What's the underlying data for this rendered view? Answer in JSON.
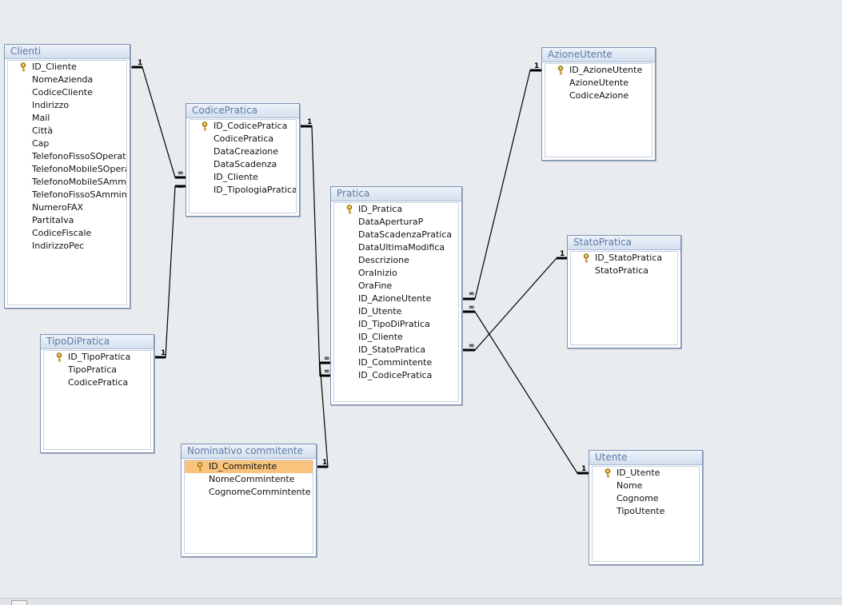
{
  "tables": {
    "clienti": {
      "title": "Clienti",
      "fields": [
        "ID_Cliente",
        "NomeAzienda",
        "CodiceCliente",
        "Indirizzo",
        "Mail",
        "Città",
        "Cap",
        "TelefonoFissoSOperativ",
        "TelefonoMobileSOperat",
        "TelefonoMobileSAmmin",
        "TelefonoFissoSAmminis",
        "NumeroFAX",
        "PartitaIva",
        "CodiceFiscale",
        "IndirizzoPec"
      ]
    },
    "codicePratica": {
      "title": "CodicePratica",
      "fields": [
        "ID_CodicePratica",
        "CodicePratica",
        "DataCreazione",
        "DataScadenza",
        "ID_Cliente",
        "ID_TipologiaPratica"
      ]
    },
    "tipoDiPratica": {
      "title": "TipoDiPratica",
      "fields": [
        "ID_TipoPratica",
        "TipoPratica",
        "CodicePratica"
      ]
    },
    "nominativo": {
      "title": "Nominativo commitente",
      "fields": [
        "ID_Commitente",
        "NomeCommintente",
        "CognomeCommintente"
      ]
    },
    "pratica": {
      "title": "Pratica",
      "fields": [
        "ID_Pratica",
        "DataAperturaP",
        "DataScadenzaPratica",
        "DataUltimaModifica",
        "Descrizione",
        "OraInizio",
        "OraFine",
        "ID_AzioneUtente",
        "ID_Utente",
        "ID_TipoDiPratica",
        "ID_Cliente",
        "ID_StatoPratica",
        "ID_Commintente",
        "ID_CodicePratica"
      ]
    },
    "azioneUtente": {
      "title": "AzioneUtente",
      "fields": [
        "ID_AzioneUtente",
        "AzioneUtente",
        "CodiceAzione"
      ]
    },
    "statoPratica": {
      "title": "StatoPratica",
      "fields": [
        "ID_StatoPratica",
        "StatoPratica"
      ]
    },
    "utente": {
      "title": "Utente",
      "fields": [
        "ID_Utente",
        "Nome",
        "Cognome",
        "TipoUtente"
      ]
    }
  },
  "cardinality": {
    "one": "1",
    "many": "∞"
  },
  "relationships": [
    {
      "from": "Clienti.ID_Cliente",
      "to": "CodicePratica.ID_Cliente",
      "from_card": "1",
      "to_card": "∞"
    },
    {
      "from": "TipoDiPratica.ID_TipoPratica",
      "to": "CodicePratica.ID_TipologiaPratica",
      "from_card": "1",
      "to_card": "∞"
    },
    {
      "from": "CodicePratica.ID_CodicePratica",
      "to": "Pratica.ID_CodicePratica",
      "from_card": "1",
      "to_card": "∞"
    },
    {
      "from": "Nominativo commitente.ID_Commitente",
      "to": "Pratica.ID_Commintente",
      "from_card": "1",
      "to_card": "∞"
    },
    {
      "from": "AzioneUtente.ID_AzioneUtente",
      "to": "Pratica.ID_AzioneUtente",
      "from_card": "1",
      "to_card": "∞"
    },
    {
      "from": "StatoPratica.ID_StatoPratica",
      "to": "Pratica.ID_StatoPratica",
      "from_card": "1",
      "to_card": "∞"
    },
    {
      "from": "Utente.ID_Utente",
      "to": "Pratica.ID_Utente",
      "from_card": "1",
      "to_card": "∞"
    }
  ],
  "colors": {
    "background": "#e9ecef",
    "title_text": "#5d7ba6",
    "selected_field": "#f8c47d",
    "line": "#000000"
  },
  "icons": {
    "primary_key": "key-icon"
  }
}
